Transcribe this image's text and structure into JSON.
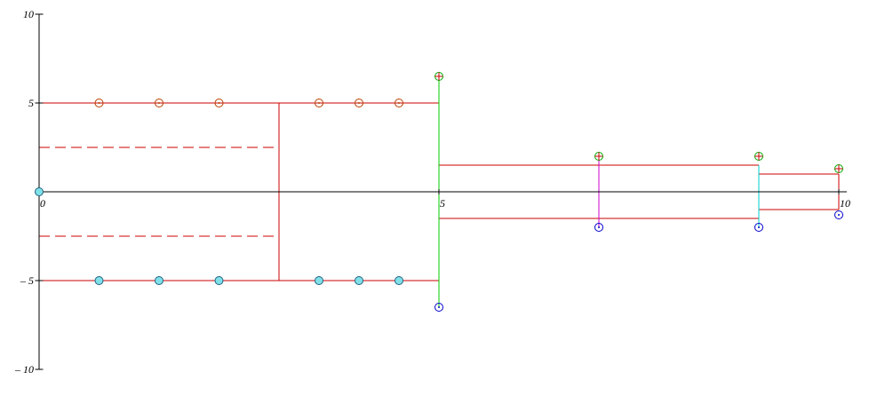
{
  "axes": {
    "x_ticks": [
      {
        "value": 0,
        "label": "0"
      },
      {
        "value": 5,
        "label": "5"
      },
      {
        "value": 10,
        "label": "10"
      }
    ],
    "y_ticks": [
      {
        "value": 10,
        "label": "10"
      },
      {
        "value": 5,
        "label": "5"
      },
      {
        "value": -5,
        "label": "– 5"
      },
      {
        "value": -10,
        "label": "– 10"
      }
    ],
    "xlim": [
      0,
      10
    ],
    "ylim": [
      -10,
      10
    ]
  },
  "colors": {
    "red": "#cc0000",
    "dashed_red": "#cc0000",
    "green": "#00cc00",
    "magenta": "#cc00cc",
    "cyan": "#00cccc",
    "blue": "#0000cc",
    "axis": "#000000",
    "marker_fill": "#80e0e8"
  },
  "structure": {
    "top_rail": {
      "x1": 0,
      "x2": 5,
      "y": 5
    },
    "bottom_rail": {
      "x1": 0,
      "x2": 5,
      "y": -5
    },
    "centerline": {
      "x1": 0,
      "x2": 10,
      "y": 0
    },
    "mid_post": {
      "x": 3,
      "y1": -5,
      "y2": 5
    },
    "dashed_top": {
      "x1": 0,
      "x2": 3,
      "y": 2.5
    },
    "dashed_bottom": {
      "x1": 0,
      "x2": 3,
      "y": -2.5
    },
    "green_post": {
      "x": 5,
      "y1": -6.5,
      "y2": 6.5
    },
    "step1": {
      "x1": 5,
      "x2": 9,
      "ytop": 1.5,
      "ybot": -1.5
    },
    "step2": {
      "x1": 9,
      "x2": 10,
      "ytop": 1,
      "ybot": -1
    },
    "magenta_post": {
      "x": 7,
      "y1": -2,
      "y2": 2
    },
    "cyan_post": {
      "x": 9,
      "y1": -2,
      "y2": 1.5
    }
  },
  "markers": {
    "top_circles": [
      0.75,
      1.5,
      2.25,
      3.5,
      4.0,
      4.5
    ],
    "bottom_circles": [
      0.75,
      1.5,
      2.25,
      3.5,
      4.0,
      4.5
    ],
    "origin_circle": {
      "x": 0,
      "y": 0
    },
    "green_cross_markers": [
      {
        "x": 5,
        "y": 6.5
      },
      {
        "x": 7,
        "y": 2
      },
      {
        "x": 9,
        "y": 2
      },
      {
        "x": 10,
        "y": 1.3
      }
    ],
    "blue_dot_markers": [
      {
        "x": 5,
        "y": -6.5
      },
      {
        "x": 7,
        "y": -2
      },
      {
        "x": 9,
        "y": -2
      },
      {
        "x": 10,
        "y": -1.3
      }
    ]
  }
}
